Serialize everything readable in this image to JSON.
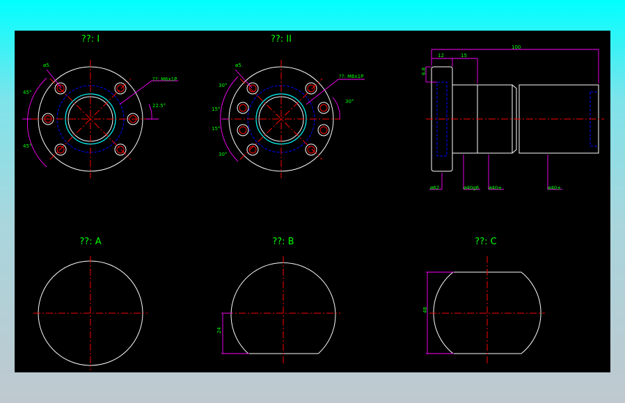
{
  "colors": {
    "background_top": "#00ffff",
    "background_bottom": "#bfc8cf",
    "canvas": "#000000",
    "outline": "#ffffff",
    "centerline": "#ff0000",
    "dimension": "#ff00ff",
    "text": "#00ff00",
    "hidden_line": "#0000ff",
    "bore_edge": "#00ffff"
  },
  "views": {
    "view_1": {
      "title": "??: I",
      "hole_dia": "ø5.",
      "thread": "??: M6x1P",
      "angle_top": "45°",
      "angle_bottom": "45°",
      "angle_right": "22.5°"
    },
    "view_2": {
      "title": "??: II",
      "hole_dia": "ø5.",
      "thread": "??: M6x1P",
      "angle_30_top": "30°",
      "angle_15_top": "15°",
      "angle_15_bottom": "15°",
      "angle_30_bottom": "30°",
      "angle_right": "30°"
    },
    "side": {
      "dim_total": "100",
      "dim_flange": "12",
      "dim_step": "15",
      "dim_height": "6.8",
      "dia_1": "ø62",
      "dia_2": "ø40g6",
      "dia_3": "ø40±",
      "dia_4": "ø40±"
    },
    "view_a": {
      "title": "??: A"
    },
    "view_b": {
      "title": "??: B",
      "flat_dim": "24"
    },
    "view_c": {
      "title": "??: C",
      "width_dim": "48"
    }
  }
}
